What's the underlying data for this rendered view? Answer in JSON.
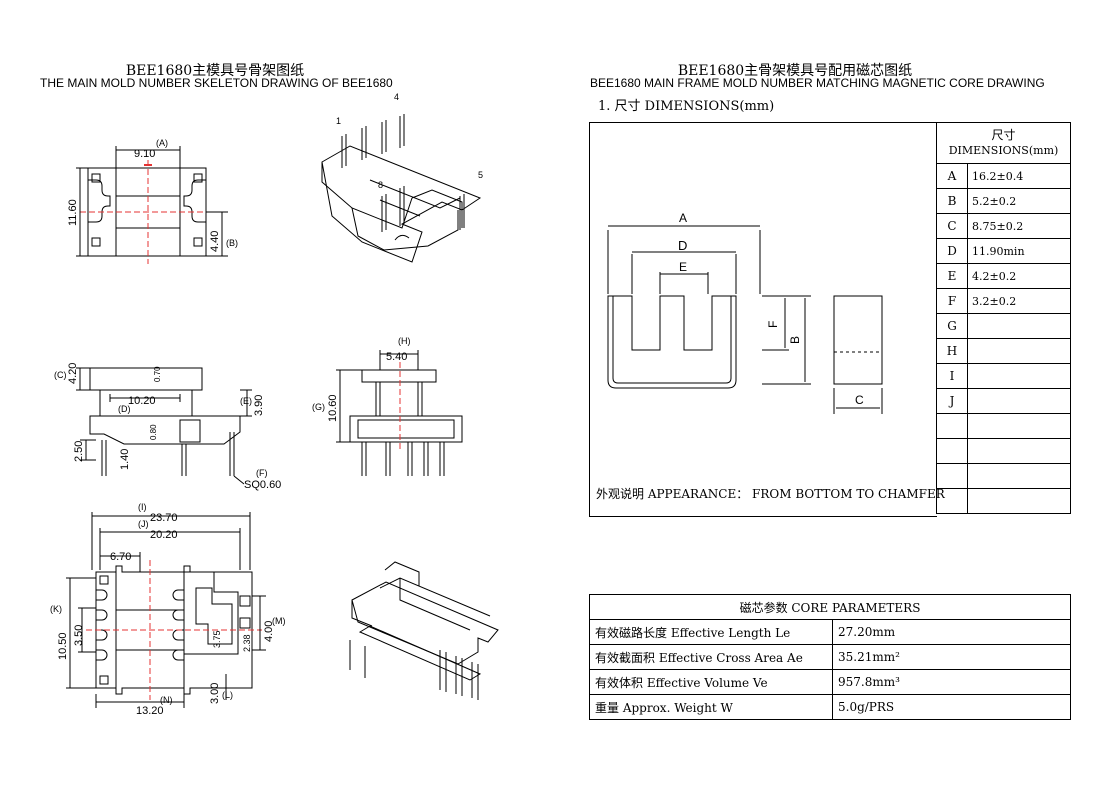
{
  "left_panel": {
    "title_cn": "BEE1680主模具号骨架图纸",
    "title_en": "THE MAIN MOLD NUMBER SKELETON DRAWING OF BEE1680",
    "top_view": {
      "dim_a": "9.10",
      "tag_a": "(A)",
      "height": "11.60",
      "dim_b": "4.40",
      "tag_b": "(B)"
    },
    "iso_top": {
      "pin1": "1",
      "pin4": "4",
      "pin5": "5",
      "pin8": "8"
    },
    "side_view": {
      "tag_c": "(C)",
      "dim_c": "4.20",
      "dim_small": "0.70",
      "dim_d": "10.20",
      "tag_d": "(D)",
      "dim_e": "3.90",
      "tag_e": "(E)",
      "dim_080": "0.80",
      "dim_250": "2.50",
      "dim_140": "1.40",
      "tag_f": "(F)",
      "pin_sq": "SQ0.60"
    },
    "front_view": {
      "tag_h": "(H)",
      "dim_h": "5.40",
      "tag_g": "(G)",
      "dim_g": "10.60"
    },
    "bottom_view": {
      "tag_i": "(I)",
      "dim_i": "23.70",
      "tag_j": "(J)",
      "dim_j": "20.20",
      "dim_670": "6.70",
      "tag_k": "(K)",
      "dim_k": "10.50",
      "dim_350": "3.50",
      "dim_375": "3.75",
      "dim_238": "2.38",
      "dim_m": "4.00",
      "tag_m": "(M)",
      "dim_l": "3.00",
      "tag_l": "(L)",
      "dim_n": "13.20",
      "tag_n": "(N)"
    }
  },
  "right_panel": {
    "title_cn": "BEE1680主骨架模具号配用磁芯图纸",
    "title_en": "BEE1680 MAIN FRAME MOLD NUMBER MATCHING MAGNETIC CORE DRAWING",
    "section": "1. 尺寸 DIMENSIONS(mm)",
    "core_labels": {
      "a": "A",
      "d": "D",
      "e": "E",
      "f": "F",
      "b": "B",
      "c": "C"
    },
    "appearance": "外观说明 APPEARANCE： FROM BOTTOM TO CHAMFER",
    "dimension_table": {
      "header_cn": "尺寸",
      "header_en": "DIMENSIONS(mm)",
      "rows": [
        {
          "label": "A",
          "value": "16.2±0.4"
        },
        {
          "label": "B",
          "value": "5.2±0.2"
        },
        {
          "label": "C",
          "value": "8.75±0.2"
        },
        {
          "label": "D",
          "value": "11.90min"
        },
        {
          "label": "E",
          "value": "4.2±0.2"
        },
        {
          "label": "F",
          "value": "3.2±0.2"
        },
        {
          "label": "G",
          "value": ""
        },
        {
          "label": "H",
          "value": ""
        },
        {
          "label": "I",
          "value": ""
        },
        {
          "label": "J",
          "value": ""
        },
        {
          "label": "",
          "value": ""
        },
        {
          "label": "",
          "value": ""
        },
        {
          "label": "",
          "value": ""
        },
        {
          "label": "",
          "value": ""
        }
      ]
    },
    "core_parameters": {
      "title": "磁芯参数   CORE PARAMETERS",
      "rows": [
        {
          "name": "有效磁路长度 Effective Length  Le",
          "value": "27.20mm"
        },
        {
          "name": "有效截面积 Effective Cross Area Ae",
          "value": "35.21mm²"
        },
        {
          "name": "有效体积 Effective Volume Ve",
          "value": "957.8mm³"
        },
        {
          "name": "重量 Approx. Weight W",
          "value": "5.0g/PRS"
        }
      ]
    }
  }
}
